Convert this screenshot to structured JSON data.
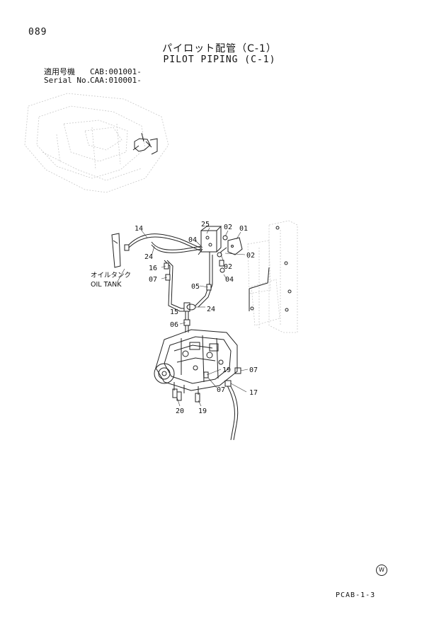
{
  "header": {
    "page_number": "089",
    "title_jp": "パイロット配管（C-1）",
    "title_en": "PILOT PIPING (C-1)"
  },
  "serial": {
    "jp_label": "適用号機",
    "jp_value": "CAB:001001-",
    "en_label": "Serial No.",
    "en_value": "CAA:010001-"
  },
  "oil_tank": {
    "jp": "オイルタンク",
    "en": "OIL TANK"
  },
  "callouts": {
    "c14": "14",
    "c24a": "24",
    "c16": "16",
    "c07a": "07",
    "c25": "25",
    "c02a": "02",
    "c01": "01",
    "c04a": "04",
    "c02b": "02",
    "c02c": "02",
    "c04b": "04",
    "c05": "05",
    "c24b": "24",
    "c15": "15",
    "c06": "06",
    "c19a": "19",
    "c07b": "07",
    "c07c": "07",
    "c17": "17",
    "c20": "20",
    "c19b": "19"
  },
  "footer": {
    "region_mark": "W",
    "code": "PCAB-1-3"
  }
}
